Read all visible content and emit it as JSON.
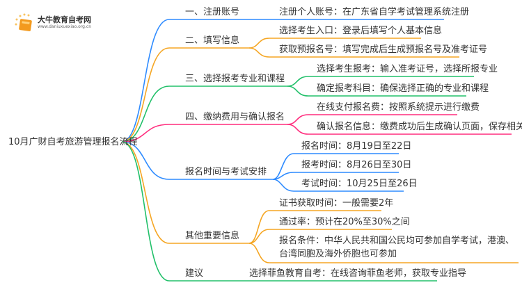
{
  "logo": {
    "title": "大牛教育自考网",
    "url": "www.daniuxuexiao.org.cn"
  },
  "root": "10月广财自考旅游管理报名流程",
  "colors": {
    "blue": "#2e8bff",
    "orange": "#f5a623",
    "green": "#22c06a",
    "pink": "#ff2d7d"
  },
  "branches": [
    {
      "label": "一、注册账号",
      "children": [
        "注册个人账号：在广东省自学考试管理系统注册"
      ]
    },
    {
      "label": "二、填写信息",
      "children": [
        "选择考生入口：登录后填写个人基本信息",
        "获取预报名号：填写完成后生成预报名号及准考证号"
      ]
    },
    {
      "label": "三、选择报考专业和课程",
      "children": [
        "选择考生报考：输入准考证号，选择所报专业",
        "确定报考科目：确保选择正确的专业和课程"
      ]
    },
    {
      "label": "四、缴纳费用与确认报名",
      "children": [
        "在线支付报名费：按照系统提示进行缴费",
        "确认报名信息：缴费成功后生成确认页面，保存相关证明"
      ]
    },
    {
      "label": "报名时间与考试安排",
      "children": [
        "报名时间：8月19日至22日",
        "报考时间：8月26日至30日",
        "考试时间：10月25日至26日"
      ]
    },
    {
      "label": "其他重要信息",
      "children": [
        "证书获取时间：一般需要2年",
        "通过率：预计在20%至30%之间",
        "报名条件：中华人民共和国公民均可参加自学考试，港澳、台湾同胞及海外侨胞也可参加"
      ]
    },
    {
      "label": "建议",
      "children": [
        "选择菲鱼教育自考：在线咨询菲鱼老师，获取专业指导"
      ]
    }
  ]
}
